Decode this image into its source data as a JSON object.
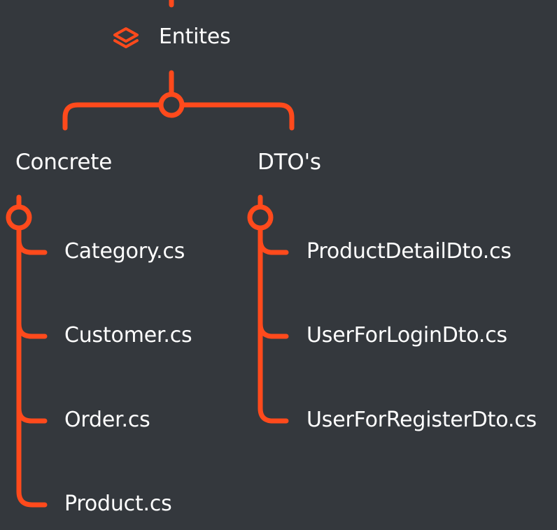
{
  "colors": {
    "background": "#34383d",
    "accent": "#ff4a1c",
    "text": "#ffffff"
  },
  "root": {
    "label": "Entites",
    "icon": "layers-icon"
  },
  "groups": [
    {
      "label": "Concrete",
      "files": [
        "Category.cs",
        "Customer.cs",
        "Order.cs",
        "Product.cs"
      ]
    },
    {
      "label": "DTO's",
      "files": [
        "ProductDetailDto.cs",
        "UserForLoginDto.cs",
        "UserForRegisterDto.cs"
      ]
    }
  ]
}
